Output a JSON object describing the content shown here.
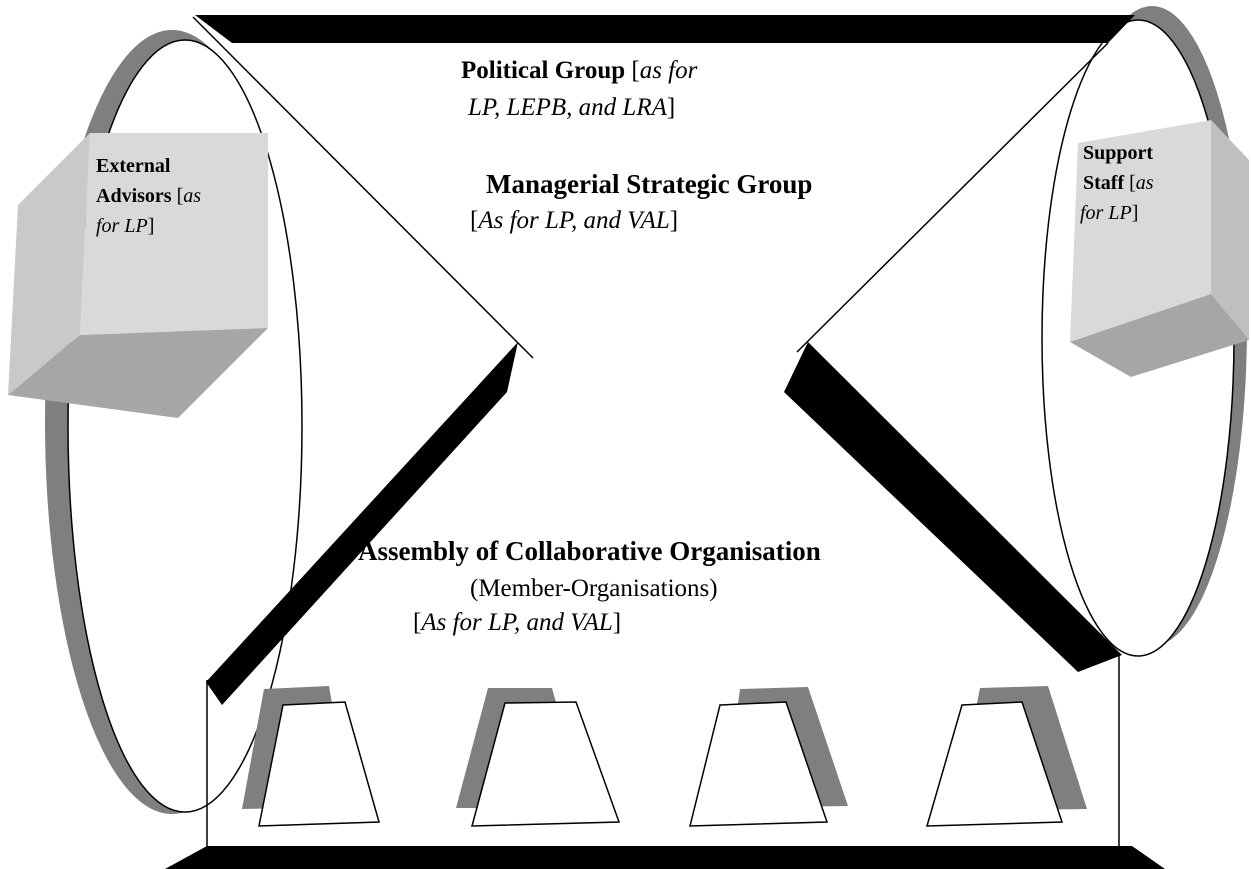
{
  "labels": {
    "political": {
      "title": "Political Group",
      "open": " [",
      "italic": "as for",
      "line2_italic": "LP, LEPB, and LRA",
      "close": "]"
    },
    "managerial": {
      "title": "Managerial Strategic Group",
      "open": "[",
      "italic": "As for LP, and VAL",
      "close": "]"
    },
    "external": {
      "line1": "External",
      "line2_bold": "Advisors",
      "line2_open": " [",
      "line2_italic": "as",
      "line3_italic": "for LP",
      "line3_close": "]"
    },
    "support": {
      "line1": "Support",
      "line2_bold": "Staff",
      "line2_open": " [",
      "line2_italic": "as",
      "line3_italic": "for LP",
      "line3_close": "]"
    },
    "assembly": {
      "title": "Assembly of Collaborative Organisation",
      "sub": "(Member-Organisations)",
      "open": "[",
      "italic": "As for LP, and VAL",
      "close": "]"
    }
  },
  "colors": {
    "shadow": "#7f7f7f",
    "cube_front": "#d9d9d9",
    "cube_side": "#bfbfbf",
    "cube_top": "#e8e8e8",
    "cube_bottom": "#a6a6a6",
    "line": "#000000"
  }
}
